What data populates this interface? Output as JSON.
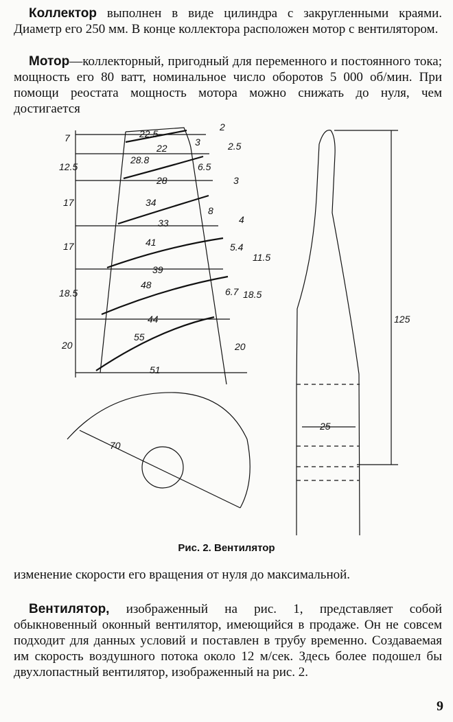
{
  "paragraphs": {
    "p1_lead": "Коллектор",
    "p1_text": " выполнен в виде цилиндра с закругленными краями. Диаметр его 250 мм. В конце коллектора расположен мотор с вентилятором.",
    "p2_lead": "Мотор",
    "p2_text": "—коллекторный, пригодный для переменного и постоянного тока; мощность его 80 ватт, номинальное число оборотов 5 000 об/мин. При помощи реостата мощность мотора можно снижать до нуля, чем достигается",
    "p3_text": "изменение скорости его вращения от нуля до максимальной.",
    "p4_lead": "Вентилятор,",
    "p4_text": " изображенный на рис. 1, представляет собой обыкновенный оконный вентилятор, имеющийся в продаже. Он не совсем подходит для данных условий и поставлен в трубу временно. Создаваемая им скорость воздушного потока около 12 м/сек. Здесь более подошел бы двухлопастный вентилятор, изображенный на рис. 2."
  },
  "figure": {
    "caption": "Рис. 2. Вентилятор",
    "left_dims": [
      "7",
      "12.5",
      "17",
      "17",
      "18.5",
      "20"
    ],
    "chord_labels": [
      "22.5",
      "22",
      "28.8",
      "28",
      "34",
      "33",
      "41",
      "39",
      "48",
      "44",
      "55",
      "51"
    ],
    "thickness_labels": [
      "2",
      "2.5",
      "3",
      "4",
      "5.4",
      "6.7"
    ],
    "right_dims": [
      "3",
      "6.5",
      "8",
      "11.5",
      "18.5",
      "20"
    ],
    "hub_dim": "70",
    "side_length": "125",
    "side_width": "25"
  },
  "page_number": "9"
}
